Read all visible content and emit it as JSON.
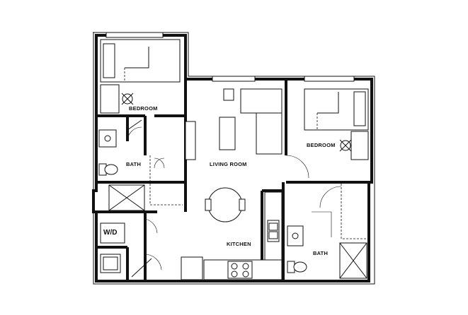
{
  "labels": {
    "bedroom_left": "BEDROOM",
    "bedroom_right": "BEDROOM",
    "bath_left": "BATH",
    "bath_right": "BATH",
    "living_room": "LIVING ROOM",
    "kitchen": "KITCHEN",
    "washer_dryer": "W/D"
  }
}
